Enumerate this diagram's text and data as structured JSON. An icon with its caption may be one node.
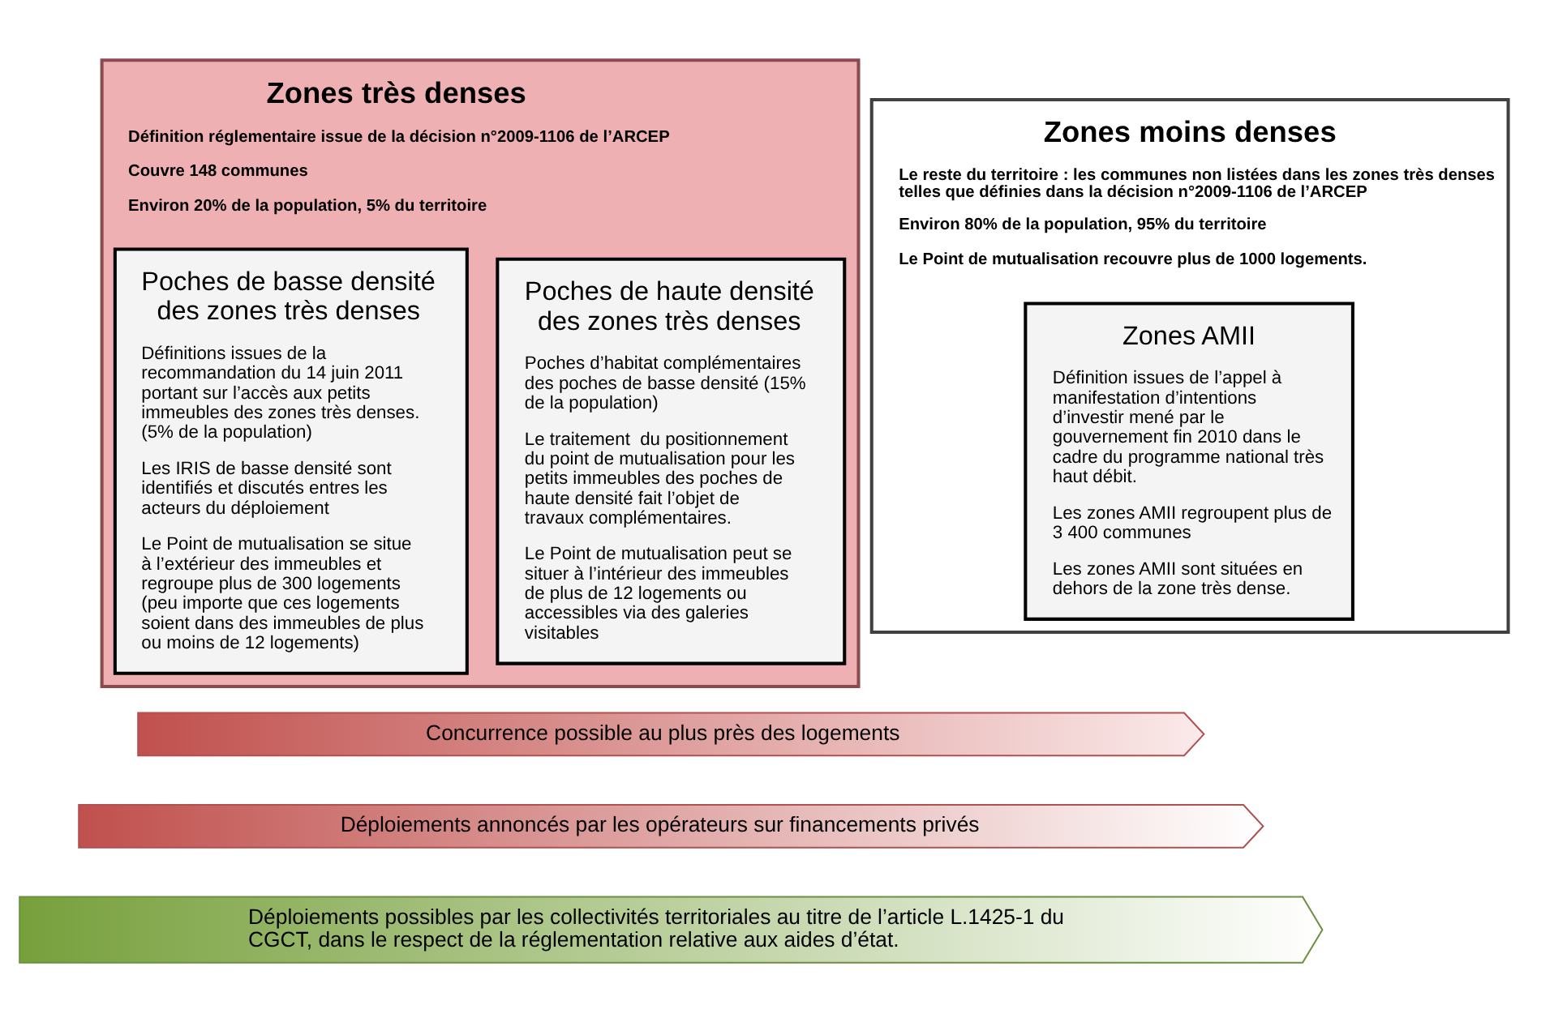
{
  "diagram": {
    "nodes": [
      {
        "text": [
          "Zones très denses",
          "Définition réglementaire issue de la décision n°2009-1106 de l’ARCEP",
          "Couvre 148 communes",
          "Environ 20% de la population, 5% du territoire"
        ]
      },
      {
        "text": [
          "Poches de haute densité des zones très denses",
          "Poches d’habitat complémentaires des poches de basse densité (15% de la population)",
          "Le traitement  du positionnement du point de mutualisation pour les petits immeubles des poches de haute densité fait l’objet de travaux complémentaires.",
          "Le Point de mutualisation peut se situer à l’intérieur des immeubles de plus de 12 logements ou accessibles via des galeries visitables"
        ],
        "in": 0
      },
      {
        "text": [
          "Poches de basse densité des zones très denses",
          "Définitions issues de la recommandation du 14 juin 2011 portant sur l’accès aux petits immeubles des zones très denses. (5% de la population)",
          "Les IRIS de basse densité sont identifiés et discutés entres les acteurs du déploiement",
          "Le Point de mutualisation se situe à l’extérieur des immeubles et regroupe plus de 300 logements (peu importe que ces logements soient dans des immeubles de plus ou moins de 12 logements)"
        ],
        "in": 0
      },
      {
        "text": [
          "Zones moins denses",
          "Le reste du territoire : les communes non listées dans les zones très denses telles que définies dans la décision n°2009-1106 de l’ARCEP",
          "Environ 80% de la population, 95% du territoire",
          "Le Point de mutualisation recouvre plus de 1000 logements."
        ]
      },
      {
        "text": [
          "Zones AMII",
          "Définition issues de l’appel à manifestation d’intentions d’investir mené par le gouvernement fin 2010 dans le cadre du programme national très haut débit.",
          "Les zones AMII regroupent plus de 3 400 communes",
          "Les zones AMII sont situées en dehors de la zone très dense."
        ],
        "in": 3
      },
      {
        "text": [
          "Concurrence possible au plus près des logements"
        ]
      },
      {
        "text": [
          "Déploiements annoncés par les opérateurs sur financements privés"
        ]
      },
      {
        "text": [
          "Déploiements possibles par les collectivités territoriales au titre de l’article L.1425-1 du CGCT, dans le respect de la réglementation relative aux aides d’état."
        ]
      }
    ]
  }
}
